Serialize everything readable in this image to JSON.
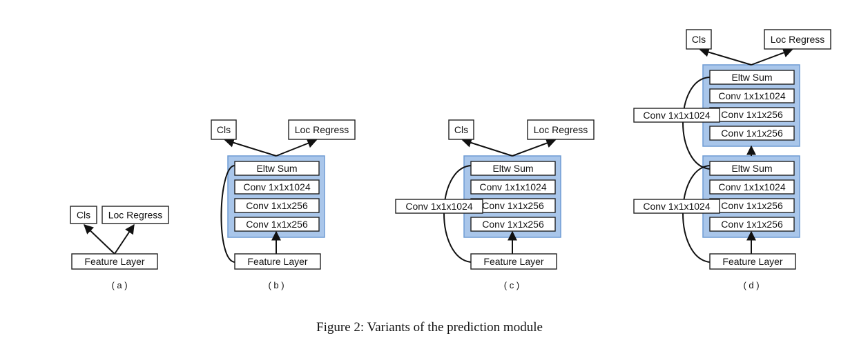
{
  "caption": "Figure 2: Variants of the prediction module",
  "colors": {
    "block_fill": "#a9c6ea",
    "block_stroke": "#6f9bd4",
    "box_stroke": "#222222",
    "line": "#111111"
  },
  "labels": {
    "cls": "Cls",
    "loc_regress": "Loc Regress",
    "feature_layer": "Feature Layer",
    "eltw_sum": "Eltw Sum",
    "conv_1024": "Conv 1x1x1024",
    "conv_256": "Conv 1x1x256",
    "skip_conv": "Conv 1x1x1024"
  },
  "panels": [
    {
      "id": "a",
      "label": "( a )"
    },
    {
      "id": "b",
      "label": "( b )"
    },
    {
      "id": "c",
      "label": "( c )"
    },
    {
      "id": "d",
      "label": "( d )"
    }
  ]
}
